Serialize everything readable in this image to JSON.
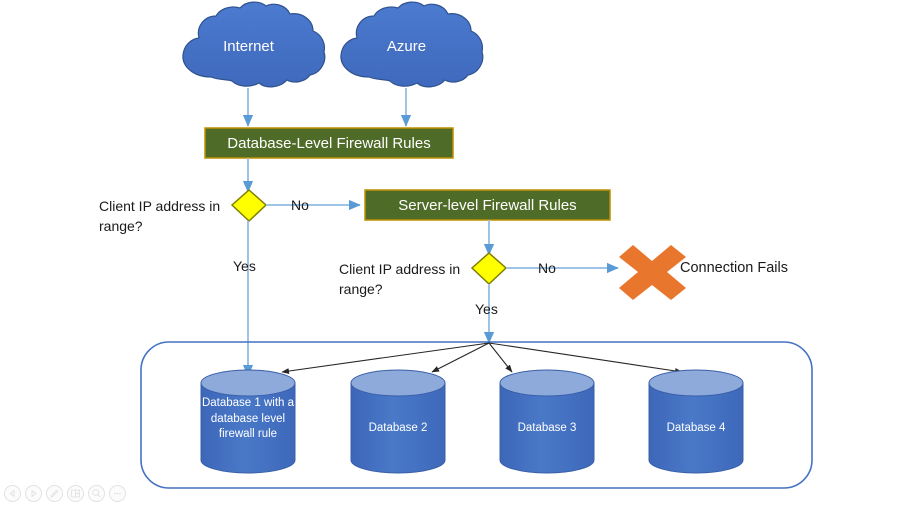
{
  "diagram": {
    "title": "Azure SQL Database firewall rule evaluation flow",
    "colors": {
      "cloud_fill": "#4472C4",
      "cloud_stroke": "#2F528F",
      "green_fill": "#4F6B28",
      "green_stroke": "#BF9000",
      "diamond_fill": "#FFFF00",
      "diamond_stroke": "#7F7F00",
      "arrow_blue": "#9DC3E6",
      "arrow_dark": "#262626",
      "x_fill": "#E8762C",
      "db_body": "#4472C4",
      "db_top": "#8EAADB",
      "container_stroke": "#4472C4",
      "text_dark": "#1a1a1a",
      "text_light": "#ffffff"
    },
    "clouds": [
      {
        "name": "internet-cloud",
        "label": "Internet"
      },
      {
        "name": "azure-cloud",
        "label": "Azure"
      }
    ],
    "process_boxes": [
      {
        "name": "database-level-firewall-rules-box",
        "label": "Database-Level Firewall Rules"
      },
      {
        "name": "server-level-firewall-rules-box",
        "label": "Server-level Firewall Rules"
      }
    ],
    "decisions": [
      {
        "name": "database-level-ip-check",
        "question": "Client IP address in\nrange?",
        "yes_label": "Yes",
        "no_label": "No"
      },
      {
        "name": "server-level-ip-check",
        "question": "Client IP address in\nrange?",
        "yes_label": "Yes",
        "no_label": "No"
      }
    ],
    "failure": {
      "icon": "x-mark-icon",
      "label": "Connection Fails"
    },
    "databases": [
      {
        "name": "database-1",
        "label": "Database 1\nwith a\ndatabase level\nfirewall rule"
      },
      {
        "name": "database-2",
        "label": "Database 2"
      },
      {
        "name": "database-3",
        "label": "Database 3"
      },
      {
        "name": "database-4",
        "label": "Database 4"
      }
    ]
  },
  "toolbar": {
    "buttons": [
      {
        "name": "previous-button",
        "icon": "triangle-left-icon"
      },
      {
        "name": "next-button",
        "icon": "triangle-right-icon"
      },
      {
        "name": "pen-button",
        "icon": "pen-icon"
      },
      {
        "name": "layout-button",
        "icon": "grid-layout-icon"
      },
      {
        "name": "zoom-button",
        "icon": "magnifier-icon"
      },
      {
        "name": "more-button",
        "icon": "ellipsis-icon"
      }
    ]
  }
}
